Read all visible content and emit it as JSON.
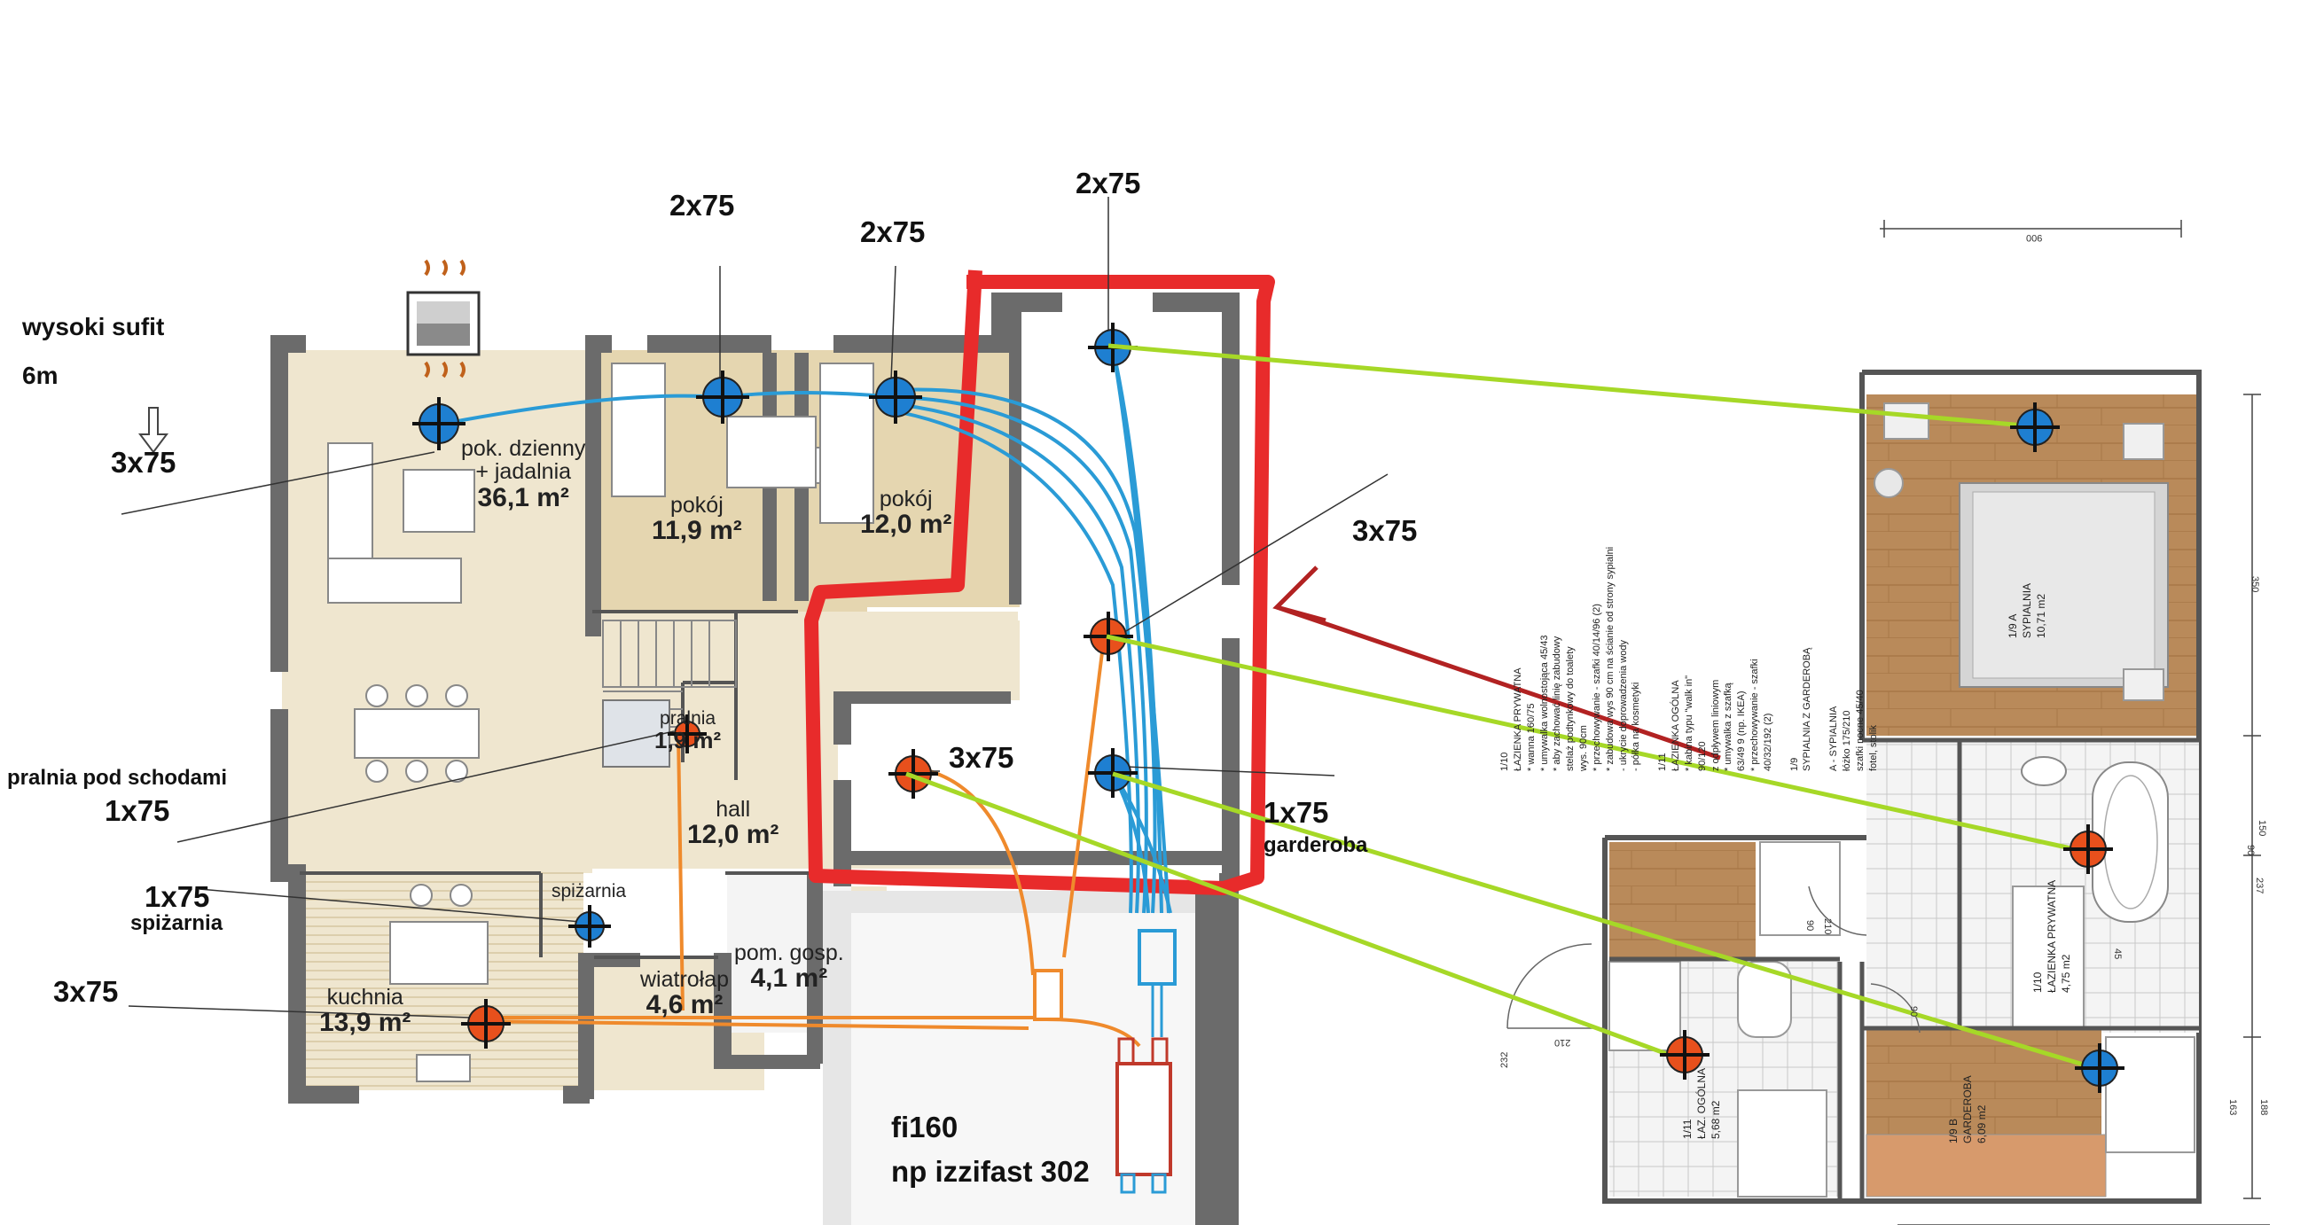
{
  "colors": {
    "supply_vent": "#1e7fd1",
    "extract_vent": "#e8501c",
    "supply_duct": "#2a9bd6",
    "extract_duct": "#ef8a2c",
    "highlight_outline": "#e82b2b",
    "link_lines": "#a6d827",
    "arrow": "#b22222"
  },
  "icons": [
    "supply-vent-icon",
    "extract-vent-icon",
    "fan-icon",
    "heat-recovery-unit-icon",
    "duct-box-icon"
  ],
  "annotations": {
    "ceiling_line1": "wysoki sufit",
    "ceiling_line2": "6m",
    "living_vent": "3x75",
    "room1_vent": "2x75",
    "room2_vent": "2x75",
    "bath_top_vent": "2x75",
    "right_vent": "3x75",
    "mid_vent": "3x75",
    "laundry_name": "pralnia pod schodami",
    "laundry_vent": "1x75",
    "pantry_vent": "1x75",
    "pantry_name": "spiżarnia",
    "kitchen_vent": "3x75",
    "wardrobe_vent": "1x75",
    "wardrobe_name": "garderoba",
    "unit_line1": "fi160",
    "unit_line2": "np izzifast 302"
  },
  "ground_floor": {
    "living": {
      "name_line1": "pok. dzienny",
      "name_line2": "+ jadalnia",
      "area": "36,1 m²"
    },
    "room1": {
      "name": "pokój",
      "area": "11,9 m²"
    },
    "room2": {
      "name": "pokój",
      "area": "12,0 m²"
    },
    "laundry": {
      "name": "pralnia",
      "area": "1,9 m²"
    },
    "hall": {
      "name": "hall",
      "area": "12,0 m²"
    },
    "pantry": {
      "name": "spiżarnia"
    },
    "vestibule": {
      "name": "wiatrołap",
      "area": "4,6 m²"
    },
    "utility": {
      "name": "pom. gosp.",
      "area": "4,1 m²"
    },
    "kitchen": {
      "name": "kuchnia",
      "area": "13,9 m²"
    }
  },
  "upper_floor": {
    "dim_top": "900",
    "notes": [
      "1/10",
      "ŁAZIENKA PRYWATNA",
      "* wanna 160/75",
      "* umywalka wolnostojąca 45/43",
      "* aby zachować linię zabudowy",
      "stelaż podtynkowy do toalety",
      "wys. 90cm",
      "* przechowywanie - szafki 40/14/96 (2)",
      "* zabudowa wys 90 cm na ścianie od strony sypialni",
      "- ukrycie doprowadzenia wody",
      "- półka na kosmetyki",
      "",
      "1/11",
      "ŁAZIENKA OGÓLNA",
      "* kabina typu \"walk in\"",
      "90/120",
      "z odpływem liniowym",
      "* umywalka z szafką",
      "63/49 9 (np. IKEA)",
      "* przechowywanie - szafki",
      "40/32/192 (2)",
      "",
      "1/9",
      "SYPIALNIA Z GARDEROBĄ",
      "",
      "A - SYPIALNIA",
      "łóżko 175/210",
      "szafki nocne 45/40",
      "fotel, stolik"
    ],
    "bedroom": {
      "code": "1/9 A",
      "name": "SYPIALNIA",
      "area": "10,71 m2"
    },
    "private_bath": {
      "code": "1/10",
      "name": "ŁAZIENKA PRYWATNA",
      "area": "4,75 m2"
    },
    "wardrobe": {
      "code": "1/9 B",
      "name": "GARDEROBA",
      "area": "6,09 m2"
    },
    "general_bath": {
      "code": "1/11",
      "name": "ŁAZ. OGÓLNA",
      "area": "5,68 m2"
    },
    "door_210_a": "210",
    "door_90_a": "90",
    "door_210_b": "210",
    "door_90_b": "90",
    "dim_150": "150",
    "dim_90": "90",
    "dim_350": "350",
    "dim_237": "237",
    "dim_163": "163",
    "dim_188": "188",
    "dim_232": "232",
    "dim_45": "45"
  }
}
